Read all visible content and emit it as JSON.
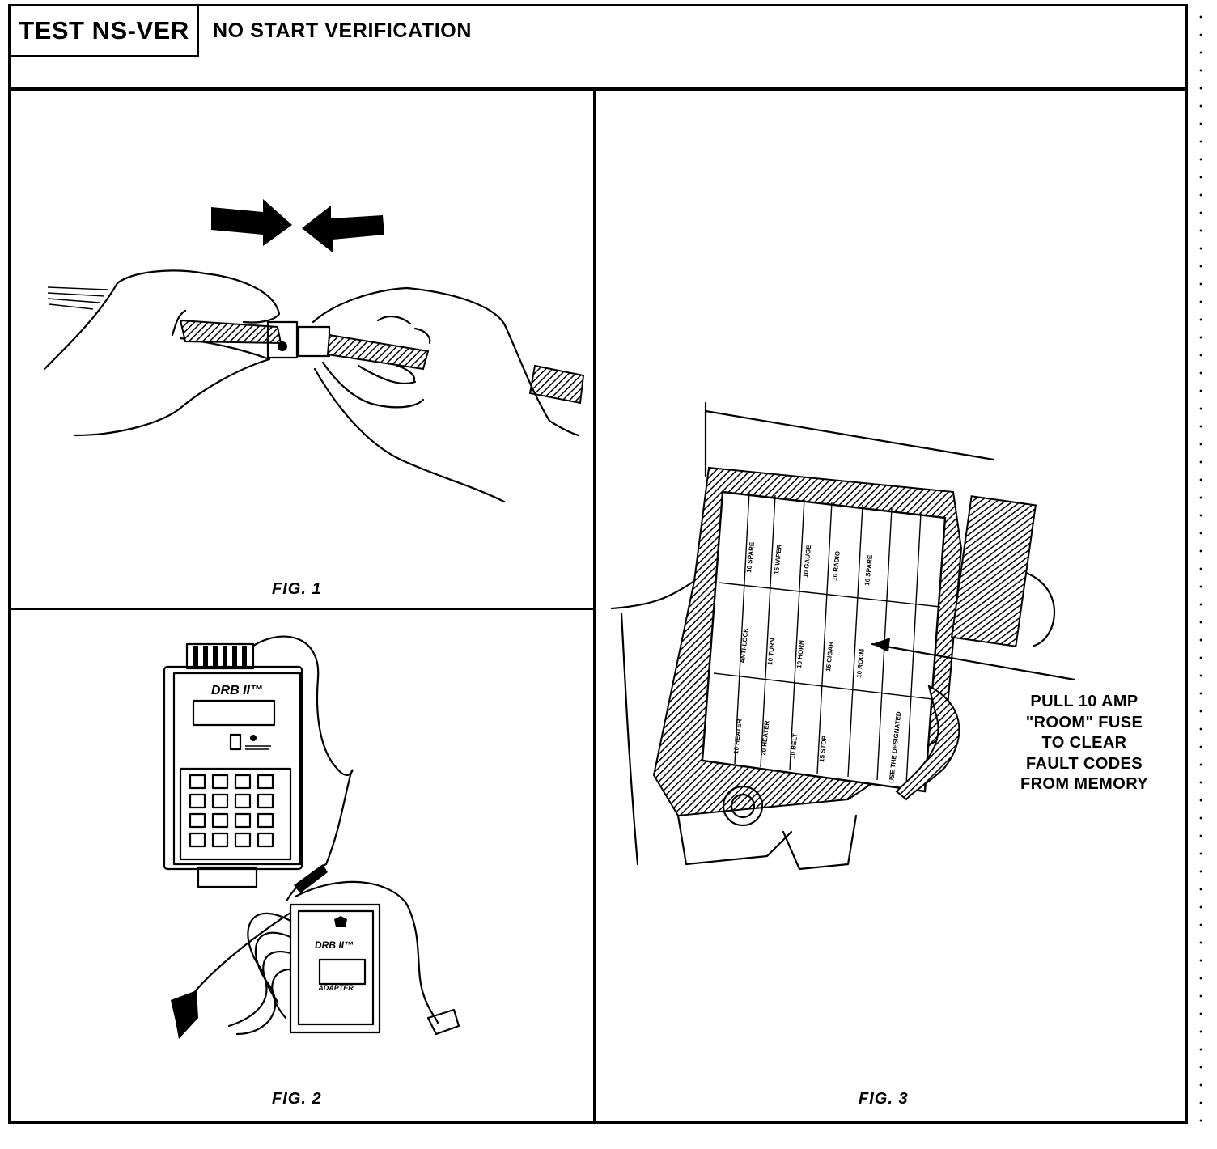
{
  "header": {
    "test_id": "TEST NS-VER",
    "title": "NO START VERIFICATION"
  },
  "figures": {
    "fig1": {
      "caption": "FIG. 1"
    },
    "fig2": {
      "caption": "FIG. 2",
      "tester_label": "DRB II™",
      "adapter_brand": "DRB II™",
      "adapter_label": "ADAPTER"
    },
    "fig3": {
      "caption": "FIG. 3",
      "callout_lines": [
        "PULL 10 AMP",
        "\"ROOM\" FUSE",
        "TO CLEAR",
        "FAULT CODES",
        "FROM MEMORY"
      ]
    }
  },
  "colors": {
    "ink": "#000000",
    "paper": "#ffffff"
  }
}
